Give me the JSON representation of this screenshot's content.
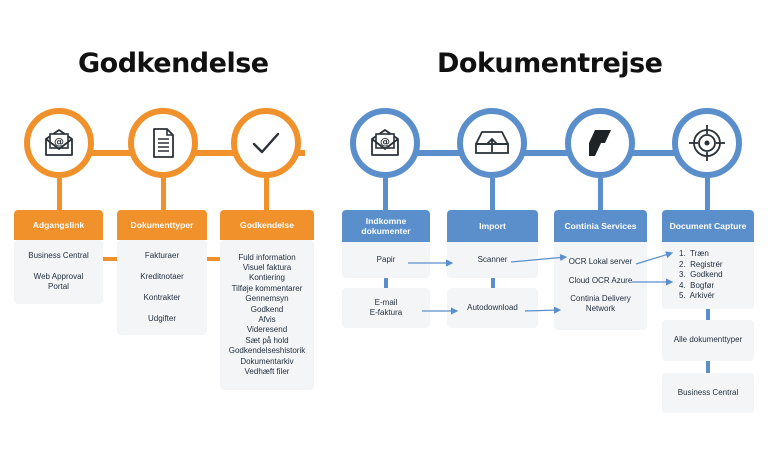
{
  "colors": {
    "orange": "#f0912b",
    "blue": "#5a8fcb",
    "card": "#f4f5f7",
    "icon": "#2a3138"
  },
  "godkendelse": {
    "title": "Godkendelse",
    "icons": [
      "envelope-at-icon",
      "document-icon",
      "checkmark-icon"
    ],
    "columns": [
      {
        "header": "Adgangslink",
        "items": [
          "Business Central",
          "Web Approval",
          "Portal"
        ]
      },
      {
        "header": "Dokumenttyper",
        "items": [
          "Fakturaer",
          "Kreditnotaer",
          "Kontrakter",
          "Udgifter"
        ]
      },
      {
        "header": "Godkendelse",
        "items": [
          "Fuld information",
          "Visuel faktura",
          "Kontiering",
          "Tilføje kommentarer",
          "Gennemsyn",
          "Godkend",
          "Afvis",
          "Videresend",
          "Sæt på hold",
          "Godkendelseshistorik",
          "Dokumentarkiv",
          "Vedhæft filer"
        ]
      }
    ]
  },
  "dokumentrejse": {
    "title": "Dokumentrejse",
    "icons": [
      "envelope-at-icon",
      "scanner-upload-icon",
      "continia-logo-icon",
      "target-icon"
    ],
    "columns": [
      {
        "header": [
          "Indkomne",
          "dokumenter"
        ],
        "boxes": [
          [
            "Papir"
          ],
          [
            "E-mail",
            "E-faktura"
          ]
        ]
      },
      {
        "header": [
          "Import"
        ],
        "boxes": [
          [
            "Scanner"
          ],
          [
            "Autodownload"
          ]
        ]
      },
      {
        "header": [
          "Continia Services"
        ],
        "items": [
          "OCR Lokal server",
          "Cloud OCR Azure",
          "Continia Delivery",
          "Network"
        ]
      },
      {
        "header": [
          "Document Capture"
        ],
        "steps": [
          "1.  Træn",
          "2.  Registrér",
          "3.  Godkend",
          "4.  Bogfør",
          "5.  Arkivér"
        ],
        "boxes": [
          [
            "Alle dokumenttyper"
          ],
          [
            "Business Central"
          ]
        ]
      }
    ]
  }
}
